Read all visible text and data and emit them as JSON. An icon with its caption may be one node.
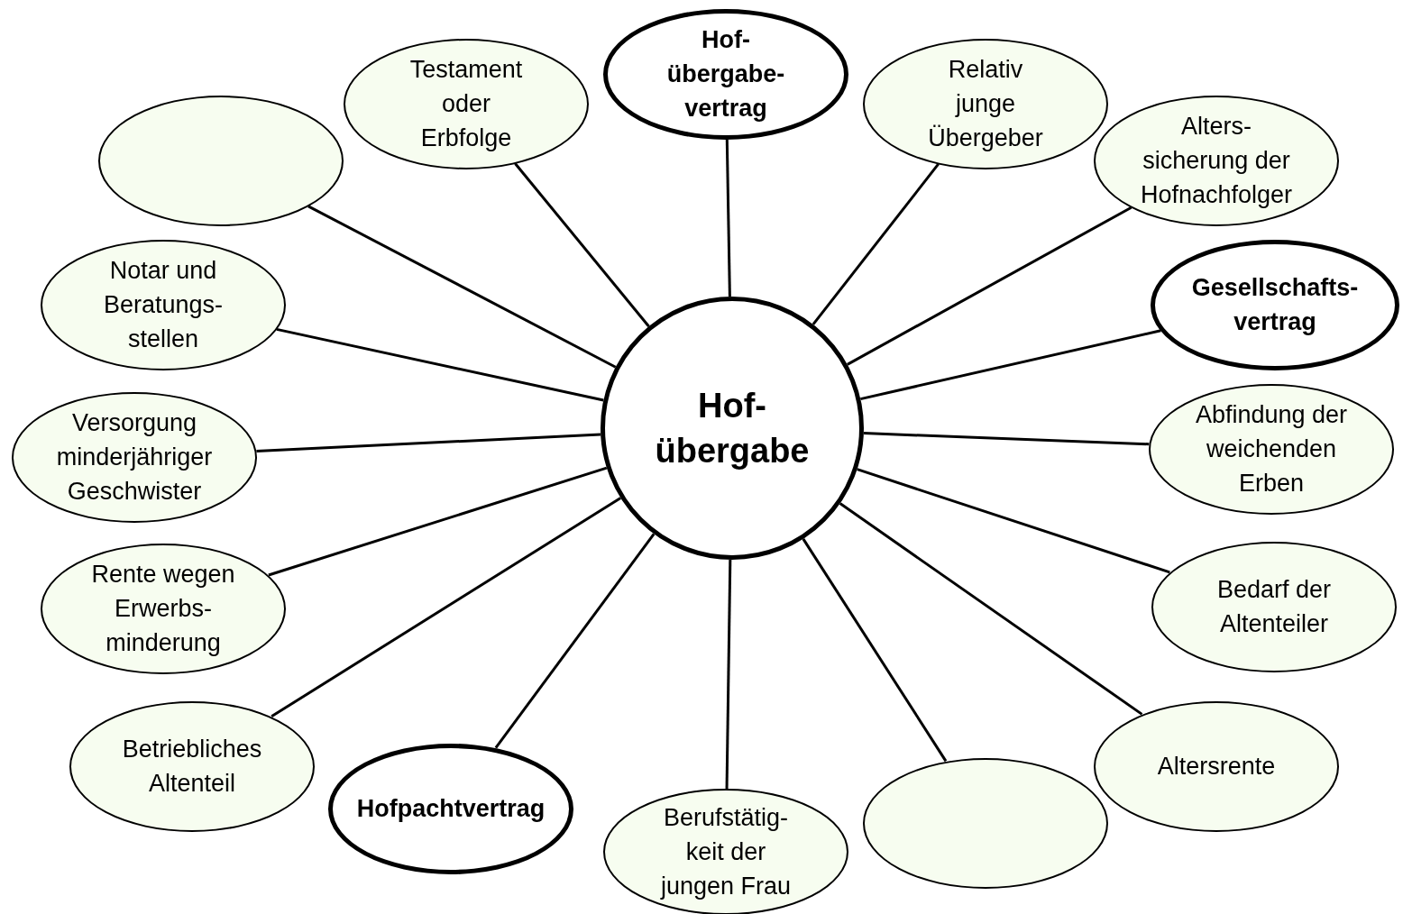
{
  "diagram": {
    "nodes": [
      {
        "text": [
          "Hof- übergabe"
        ]
      },
      {
        "text": [
          "Testament oder Erbfolge"
        ]
      },
      {
        "text": [
          "Hof- übergabe- vertrag"
        ]
      },
      {
        "text": [
          "Relativ junge Übergeber"
        ]
      },
      {
        "text": [
          "Alters- sicherung der Hofnachfolger"
        ]
      },
      {
        "text": [
          "Gesellschafts- vertrag"
        ]
      },
      {
        "text": [
          "Abfindung der weichenden Erben"
        ]
      },
      {
        "text": [
          "Bedarf der Altenteiler"
        ]
      },
      {
        "text": [
          "Altersrente"
        ]
      },
      {
        "text": [],
        "shape": "ellipse"
      },
      {
        "text": [
          "Berufstätig- keit der jungen Frau"
        ]
      },
      {
        "text": [
          "Hofpachtvertrag"
        ]
      },
      {
        "text": [
          "Betriebliches Altenteil"
        ]
      },
      {
        "text": [
          "Rente wegen Erwerbs- minderung"
        ]
      },
      {
        "text": [
          "Versorgung minderjähriger Geschwister"
        ]
      },
      {
        "text": [
          "Notar und Beratungs- stellen"
        ]
      },
      {
        "text": [],
        "shape": "ellipse"
      }
    ],
    "edges": [
      {
        "from": 0,
        "to": 1,
        "arrow": "none"
      },
      {
        "from": 0,
        "to": 2,
        "arrow": "none"
      },
      {
        "from": 0,
        "to": 3,
        "arrow": "none"
      },
      {
        "from": 0,
        "to": 4,
        "arrow": "none"
      },
      {
        "from": 0,
        "to": 5,
        "arrow": "none"
      },
      {
        "from": 0,
        "to": 6,
        "arrow": "none"
      },
      {
        "from": 0,
        "to": 7,
        "arrow": "none"
      },
      {
        "from": 0,
        "to": 8,
        "arrow": "none"
      },
      {
        "from": 0,
        "to": 9,
        "arrow": "none"
      },
      {
        "from": 0,
        "to": 10,
        "arrow": "none"
      },
      {
        "from": 0,
        "to": 11,
        "arrow": "none"
      },
      {
        "from": 0,
        "to": 12,
        "arrow": "none"
      },
      {
        "from": 0,
        "to": 13,
        "arrow": "none"
      },
      {
        "from": 0,
        "to": 14,
        "arrow": "none"
      },
      {
        "from": 0,
        "to": 15,
        "arrow": "none"
      },
      {
        "from": 0,
        "to": 16,
        "arrow": "none"
      }
    ]
  }
}
